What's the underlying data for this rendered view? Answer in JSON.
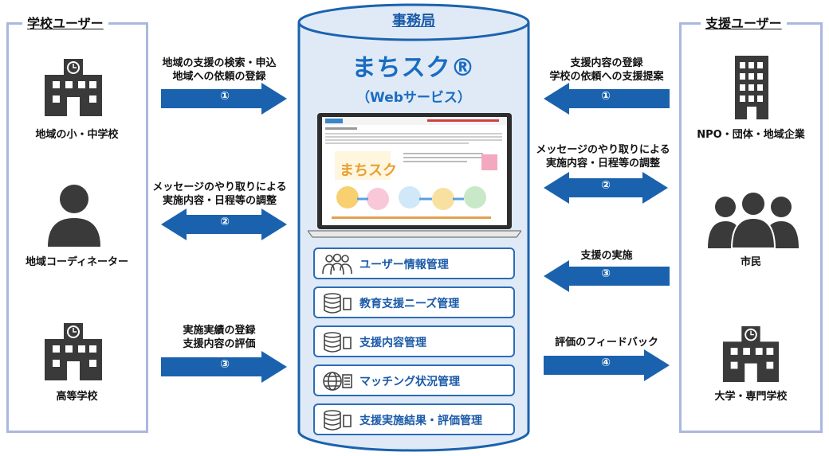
{
  "left_group": {
    "title": "学校ユーザー",
    "entities": [
      "地域の小・中学校",
      "地域コーディネーター",
      "高等学校"
    ]
  },
  "right_group": {
    "title": "支援ユーザー",
    "entities": [
      "NPO・団体・地域企業",
      "市民",
      "大学・専門学校"
    ]
  },
  "center": {
    "title": "事務局",
    "app_name": "まちスク®",
    "app_sub": "（Webサービス）",
    "functions": [
      "ユーザー情報管理",
      "教育支援ニーズ管理",
      "支援内容管理",
      "マッチング状況管理",
      "支援実施結果・評価管理"
    ]
  },
  "left_arrows": [
    {
      "num": "①",
      "lines": [
        "地域の支援の検索・申込",
        "地域への依頼の登録"
      ]
    },
    {
      "num": "②",
      "lines": [
        "メッセージのやり取りによる",
        "実施内容・日程等の調整"
      ]
    },
    {
      "num": "③",
      "lines": [
        "実施実績の登録",
        "支援内容の評価"
      ]
    }
  ],
  "right_arrows": [
    {
      "num": "①",
      "lines": [
        "支援内容の登録",
        "学校の依頼への支援提案"
      ]
    },
    {
      "num": "②",
      "lines": [
        "メッセージのやり取りによる",
        "実施内容・日程等の調整"
      ]
    },
    {
      "num": "③",
      "lines": [
        "支援の実施"
      ]
    },
    {
      "num": "④",
      "lines": [
        "評価のフィードバック"
      ]
    }
  ],
  "colors": {
    "accent": "#1a6cc0",
    "arrow": "#1b62ae",
    "frame": "#aab8e0",
    "cylinder": "#dfeaf6"
  },
  "icons": [
    "school-building-icon",
    "person-icon",
    "office-building-icon",
    "group-people-icon",
    "users-icon",
    "database-icon",
    "globe-network-icon"
  ]
}
